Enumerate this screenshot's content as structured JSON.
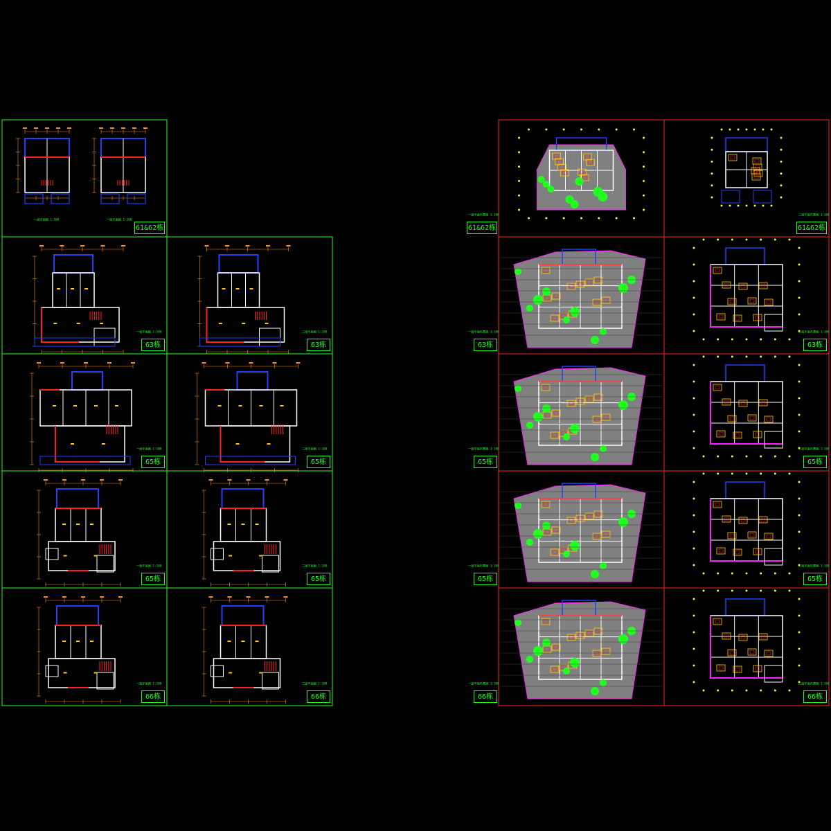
{
  "colors": {
    "background": "#000000",
    "frame_left": "#20ff20",
    "frame_right_top": "#ff2020",
    "frame_right": "#ff2020",
    "wall": "#ffffff",
    "highlight_wall": "#ff2020",
    "roof": "#2040ff",
    "dimension": "#ff9020",
    "furniture": "#ffcc00",
    "landscape": "#808080",
    "vegetation": "#20ff20",
    "label": "#20ff20",
    "site_line": "#ff20ff"
  },
  "left_panels": [
    {
      "tag": "61&62栋",
      "caption": "一层平面图 1:100",
      "kind": "pair"
    },
    {
      "tag": "63栋",
      "caption": "一层平面图 1:100",
      "kind": "L"
    },
    {
      "tag": "63栋",
      "caption": "二层平面图 1:100",
      "kind": "L"
    },
    {
      "tag": "65栋",
      "caption": "一层平面图 1:100",
      "kind": "wide"
    },
    {
      "tag": "65栋",
      "caption": "二层平面图 1:100",
      "kind": "wide"
    },
    {
      "tag": "65栋",
      "caption": "一层平面图 1:100",
      "kind": "T"
    },
    {
      "tag": "65栋",
      "caption": "二层平面图 1:100",
      "kind": "T"
    },
    {
      "tag": "66栋",
      "caption": "一层平面图 1:100",
      "kind": "T"
    },
    {
      "tag": "66栋",
      "caption": "二层平面图 1:100",
      "kind": "T"
    }
  ],
  "right_panels": [
    {
      "tag": "61&62栋",
      "caption": "一层平面布置图 1:100",
      "kind": "site-pair"
    },
    {
      "tag": "61&62栋",
      "caption": "二层平面布置图 1:100",
      "kind": "small-pair"
    },
    {
      "tag": "63栋",
      "caption": "一层平面布置图 1:100",
      "kind": "site"
    },
    {
      "tag": "63栋",
      "caption": "二层平面布置图 1:100",
      "kind": "furnished"
    },
    {
      "tag": "65栋",
      "caption": "一层平面布置图 1:100",
      "kind": "site"
    },
    {
      "tag": "65栋",
      "caption": "二层平面布置图 1:100",
      "kind": "furnished"
    },
    {
      "tag": "65栋",
      "caption": "一层平面布置图 1:100",
      "kind": "site"
    },
    {
      "tag": "65栋",
      "caption": "二层平面布置图 1:100",
      "kind": "furnished"
    },
    {
      "tag": "66栋",
      "caption": "一层平面布置图 1:100",
      "kind": "site"
    },
    {
      "tag": "66栋",
      "caption": "二层平面布置图 1:100",
      "kind": "furnished"
    }
  ]
}
